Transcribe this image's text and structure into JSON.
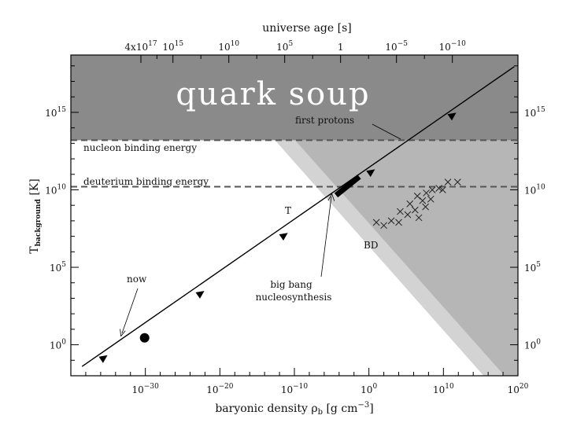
{
  "chart_data": {
    "type": "line",
    "xlabel": "baryonic density ρ",
    "xlabel_sub": "b",
    "xlabel_units": " [g cm",
    "xlabel_units_sup": "−3",
    "xlabel_units_end": "]",
    "ylabel": "T",
    "ylabel_sub": "background",
    "ylabel_units": " [K]",
    "top_axis_label": "universe age [s]",
    "x_scale": "log",
    "y_scale": "log",
    "xlim_log10": [
      -40,
      20
    ],
    "ylim_log10": [
      -2,
      18.7
    ],
    "x_ticks": [
      {
        "exp": -30,
        "base": "10",
        "label": "−30"
      },
      {
        "exp": -20,
        "base": "10",
        "label": "−20"
      },
      {
        "exp": -10,
        "base": "10",
        "label": "−10"
      },
      {
        "exp": 0,
        "base": "10",
        "label": "0"
      },
      {
        "exp": 10,
        "base": "10",
        "label": "10"
      },
      {
        "exp": 20,
        "base": "10",
        "label": "20"
      }
    ],
    "y_ticks": [
      {
        "exp": 0,
        "base": "10",
        "label": "0"
      },
      {
        "exp": 5,
        "base": "10",
        "label": "5"
      },
      {
        "exp": 10,
        "base": "10",
        "label": "10"
      },
      {
        "exp": 15,
        "base": "10",
        "label": "15"
      }
    ],
    "top_ticks": [
      {
        "x_log10": -30.6,
        "base": "4x10",
        "label": "17"
      },
      {
        "x_log10": -26.3,
        "base": "10",
        "label": "15"
      },
      {
        "x_log10": -18.8,
        "base": "10",
        "label": "10"
      },
      {
        "x_log10": -11.3,
        "base": "10",
        "label": "5"
      },
      {
        "x_log10": -3.8,
        "base": "",
        "label": "1"
      },
      {
        "x_log10": 3.7,
        "base": "10",
        "label": "−5"
      },
      {
        "x_log10": 11.2,
        "base": "10",
        "label": "−10"
      }
    ],
    "series": [
      {
        "name": "T",
        "slope": 0.3333,
        "line": [
          [
            -38.5,
            -1.4
          ],
          [
            19.5,
            17.95
          ]
        ],
        "arrow_markers": [
          [
            -35.6,
            -0.85
          ],
          [
            -22.6,
            3.3
          ],
          [
            -11.4,
            7.05
          ],
          [
            0.3,
            11.15
          ],
          [
            11.2,
            14.8
          ]
        ],
        "now": [
          -30.1,
          0.45
        ],
        "bbn_segment": [
          [
            -4.4,
            9.65
          ],
          [
            -1.3,
            10.85
          ]
        ]
      },
      {
        "name": "BD",
        "type": "scatter",
        "marker": "x",
        "points": [
          [
            1,
            7.9
          ],
          [
            2,
            7.7
          ],
          [
            3,
            8.0
          ],
          [
            4,
            7.9
          ],
          [
            4.2,
            8.6
          ],
          [
            5.2,
            8.4
          ],
          [
            5.5,
            9.1
          ],
          [
            6.2,
            8.7
          ],
          [
            6.5,
            9.6
          ],
          [
            7.2,
            9.3
          ],
          [
            6.7,
            8.2
          ],
          [
            7.7,
            9.8
          ],
          [
            8.3,
            9.4
          ],
          [
            7.6,
            8.9
          ],
          [
            9.4,
            10.1
          ],
          [
            8.5,
            10.0
          ],
          [
            10.6,
            10.5
          ],
          [
            9.9,
            10.0
          ],
          [
            11.9,
            10.5
          ]
        ]
      }
    ],
    "regions": [
      {
        "name": "quark soup",
        "ymin_log10": 13.2,
        "color": "#8a8a8a"
      },
      {
        "name": "light shaded",
        "color": "#d3d3d3",
        "bottom_edge_x_log10": [
          -12.6,
          15.4
        ],
        "slope": -0.65
      },
      {
        "name": "mid shaded",
        "color": "#b6b6b6",
        "bottom_edge_x_log10": [
          -9.9,
          18.2
        ],
        "slope": -0.65
      }
    ],
    "hlines": [
      {
        "label": "nucleon binding energy",
        "y_log10": 13.2
      },
      {
        "label": "deuterium binding energy",
        "y_log10": 10.2
      }
    ],
    "annotations": {
      "quark_soup": "quark soup",
      "first_protons": "first protons",
      "now": "now",
      "bbn_line1": "big bang",
      "bbn_line2": "nucleosynthesis",
      "T": "T",
      "BD": "BD"
    },
    "colors": {
      "quark_band": "#8a8a8a",
      "shade_light": "#d3d3d3",
      "shade_mid": "#b6b6b6",
      "dashed": "#555555",
      "line": "#000000"
    }
  }
}
